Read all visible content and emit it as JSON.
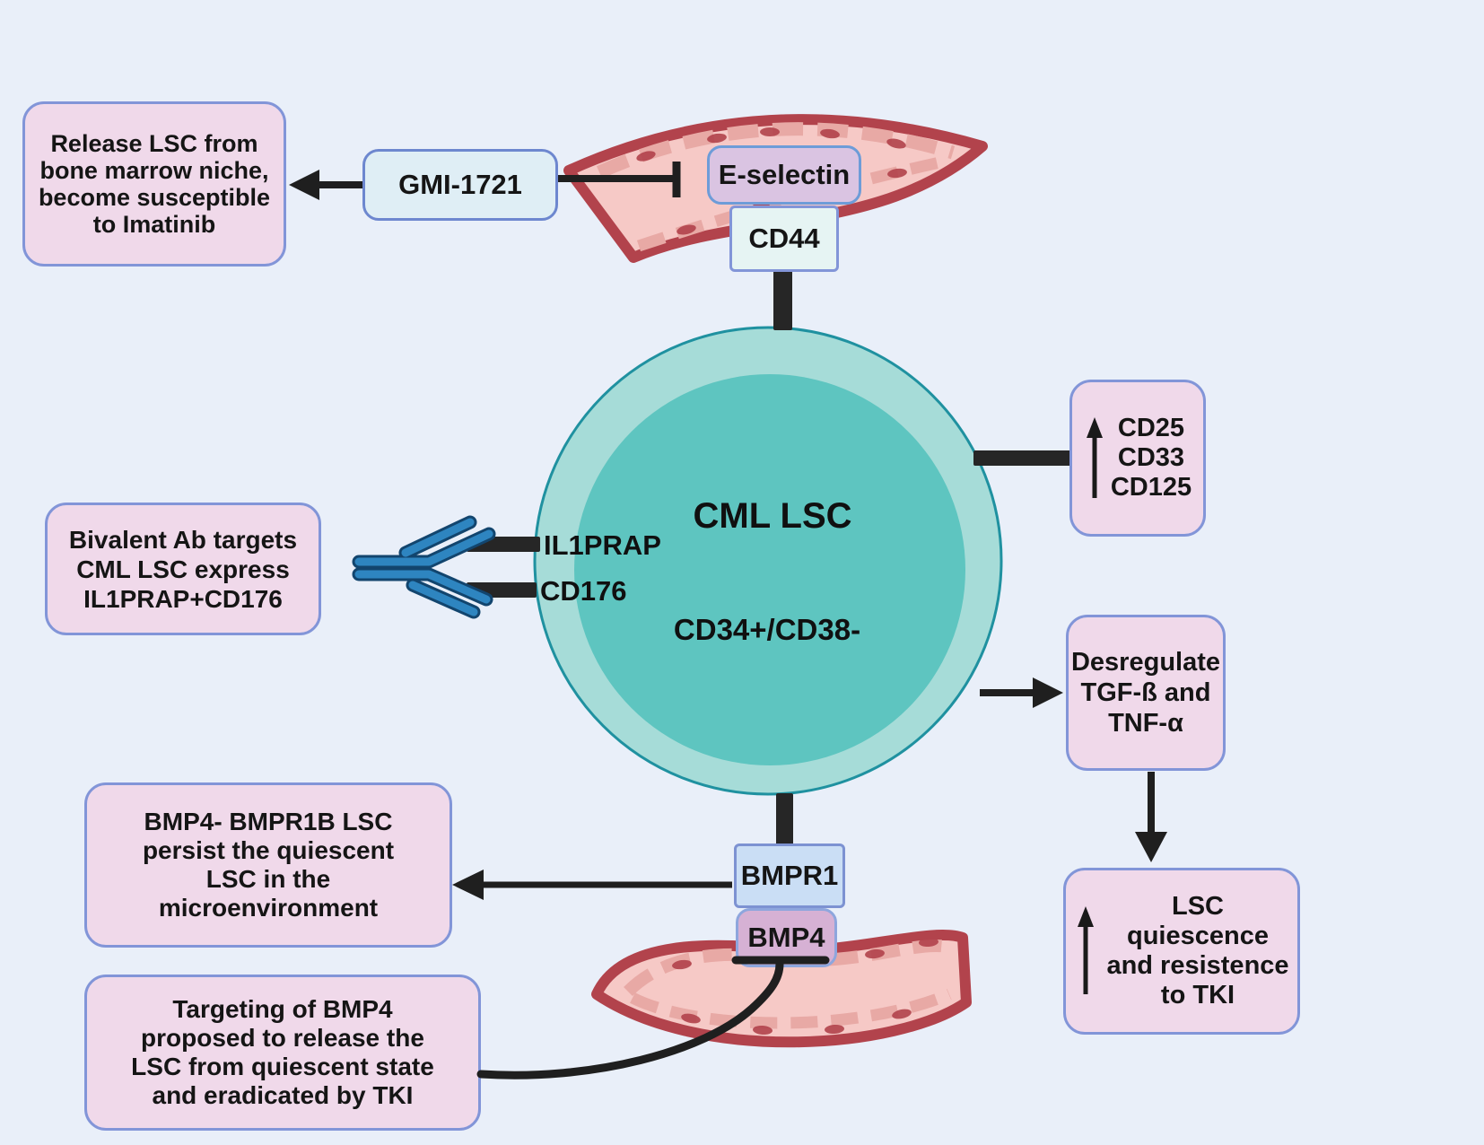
{
  "palette": {
    "background": "#e9eff9",
    "pink_box_fill": "#f0d9ea",
    "box_border_blue": "#8295d8",
    "gmi_box_fill": "#dfeef5",
    "e_selectin_fill": "#dac4e2",
    "cd44_fill": "#e6f4f3",
    "bmpr1_fill": "#cadef5",
    "bmp4_fill": "#d6b1d4",
    "cell_outer": "#a6dcd8",
    "cell_inner": "#5ec5c0",
    "cell_border": "#1f91a0",
    "vessel_fill": "#f6c9c6",
    "vessel_stripe": "#b2434c",
    "vessel_lining": "#e8a9a5",
    "antibody_blue": "#2e85c0",
    "antibody_outline": "#12456e",
    "connector_black": "#1f1f1f"
  },
  "icons": {
    "antibody": "bivalent-antibody-icon",
    "inhibitor": "t-bar-inhibitor-icon",
    "increase": "up-arrow-icon",
    "vessel": "blood-vessel-wall"
  },
  "cell": {
    "title": "CML LSC",
    "subtitle": "CD34+/CD38-"
  },
  "receptors": {
    "e_selectin": "E-selectin",
    "cd44": "CD44",
    "il1prap": "IL1PRAP",
    "cd176": "CD176",
    "bmpr1": "BMPR1",
    "bmp4": "BMP4"
  },
  "boxes": {
    "release": "Release LSC from\nbone marrow niche,\nbecome susceptible\nto Imatinib",
    "gmi": "GMI-1721",
    "bivalent": "Bivalent Ab targets\nCML LSC express\nIL1PRAP+CD176",
    "markers": "CD25\nCD33\nCD125",
    "desregulate": "Desregulate\nTGF-ß and\nTNF-α",
    "quiescence": "LSC quiescence\nand resistence\nto TKI",
    "bmp4_bmpr1b": "BMP4- BMPR1B LSC\npersist the  quiescent\nLSC in the\nmicroenvironment",
    "targeting": "Targeting of BMP4\nproposed to release the\nLSC from quiescent state\nand eradicated by TKI"
  }
}
